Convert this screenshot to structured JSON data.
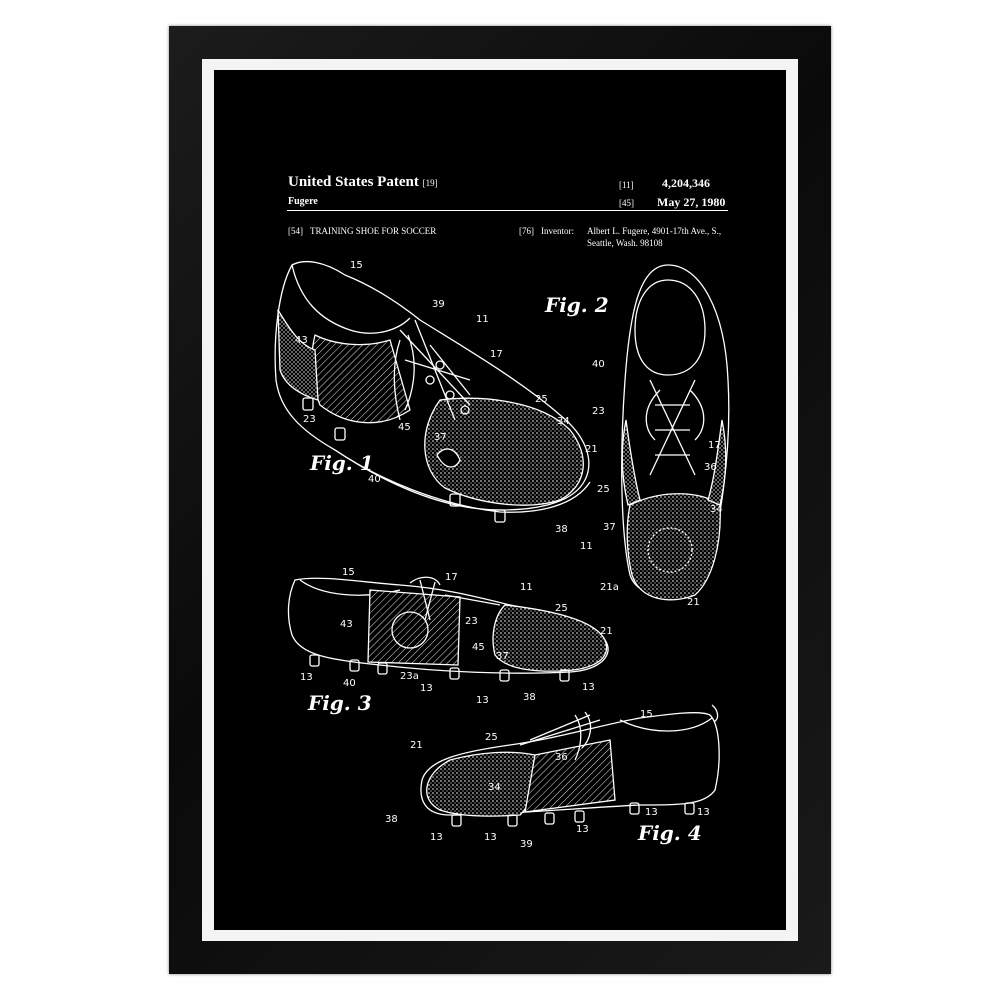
{
  "patent": {
    "title": "United States Patent",
    "title_ref": "[19]",
    "inventor_surname": "Fugere",
    "number_ref": "[11]",
    "number": "4,204,346",
    "date_ref": "[45]",
    "date": "May 27, 1980",
    "invention_ref": "[54]",
    "invention_title": "TRAINING SHOE FOR SOCCER",
    "inventor_ref": "[76]",
    "inventor_label": "Inventor:",
    "inventor_line1": "Albert L. Fugere, 4901-17th Ave., S.,",
    "inventor_line2": "Seattle, Wash. 98108"
  },
  "figures": {
    "fig1": "Fig. 1",
    "fig2": "Fig. 2",
    "fig3": "Fig. 3",
    "fig4": "Fig. 4"
  },
  "reference_numerals": {
    "fig1": [
      "15",
      "39",
      "11",
      "17",
      "43",
      "25",
      "34",
      "23",
      "45",
      "37",
      "21",
      "40",
      "38"
    ],
    "fig2": [
      "40",
      "23",
      "17",
      "36",
      "25",
      "34",
      "37",
      "11",
      "21a",
      "21"
    ],
    "fig3": [
      "15",
      "17",
      "11",
      "25",
      "43",
      "23",
      "21",
      "45",
      "37",
      "13",
      "40",
      "23a",
      "13",
      "38",
      "13",
      "13"
    ],
    "fig4": [
      "25",
      "15",
      "21",
      "36",
      "34",
      "13",
      "13",
      "38",
      "13",
      "13",
      "13",
      "39"
    ]
  }
}
